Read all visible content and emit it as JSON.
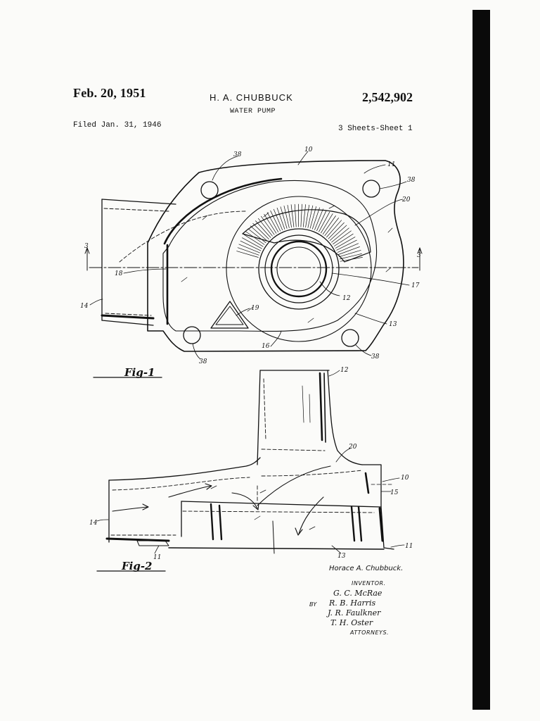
{
  "header": {
    "date": "Feb. 20, 1951",
    "inventor": "H. A. CHUBBUCK",
    "patent_number": "2,542,902",
    "title": "WATER PUMP",
    "filed": "Filed Jan. 31, 1946",
    "sheets": "3 Sheets-Sheet 1"
  },
  "fig1": {
    "label": "Fig-1",
    "refs": {
      "r10": "10",
      "r11": "11",
      "r38a": "38",
      "r38b": "38",
      "r38c": "38",
      "r38d": "38",
      "r20": "20",
      "r3l": "3",
      "r3r": "3",
      "r18": "18",
      "r14": "14",
      "r19": "19",
      "r12": "12",
      "r17": "17",
      "r13": "13",
      "r16": "16"
    }
  },
  "fig2": {
    "label": "Fig-2",
    "refs": {
      "r12": "12",
      "r20": "20",
      "r10": "10",
      "r15": "15",
      "r14": "14",
      "r11a": "11",
      "r13": "13",
      "r11b": "11"
    }
  },
  "signature": {
    "inventor_name": "Horace A. Chubbuck.",
    "inventor_caption": "INVENTOR.",
    "by": "BY",
    "signatures": [
      "G. C. McRae",
      "R. B. Harris",
      "J. R. Faulkner",
      "T. H. Oster"
    ],
    "attorneys_caption": "ATTORNEYS."
  },
  "colors": {
    "ink": "#111111",
    "paper": "#fbfbf9",
    "bar": "#0a0a0a"
  }
}
